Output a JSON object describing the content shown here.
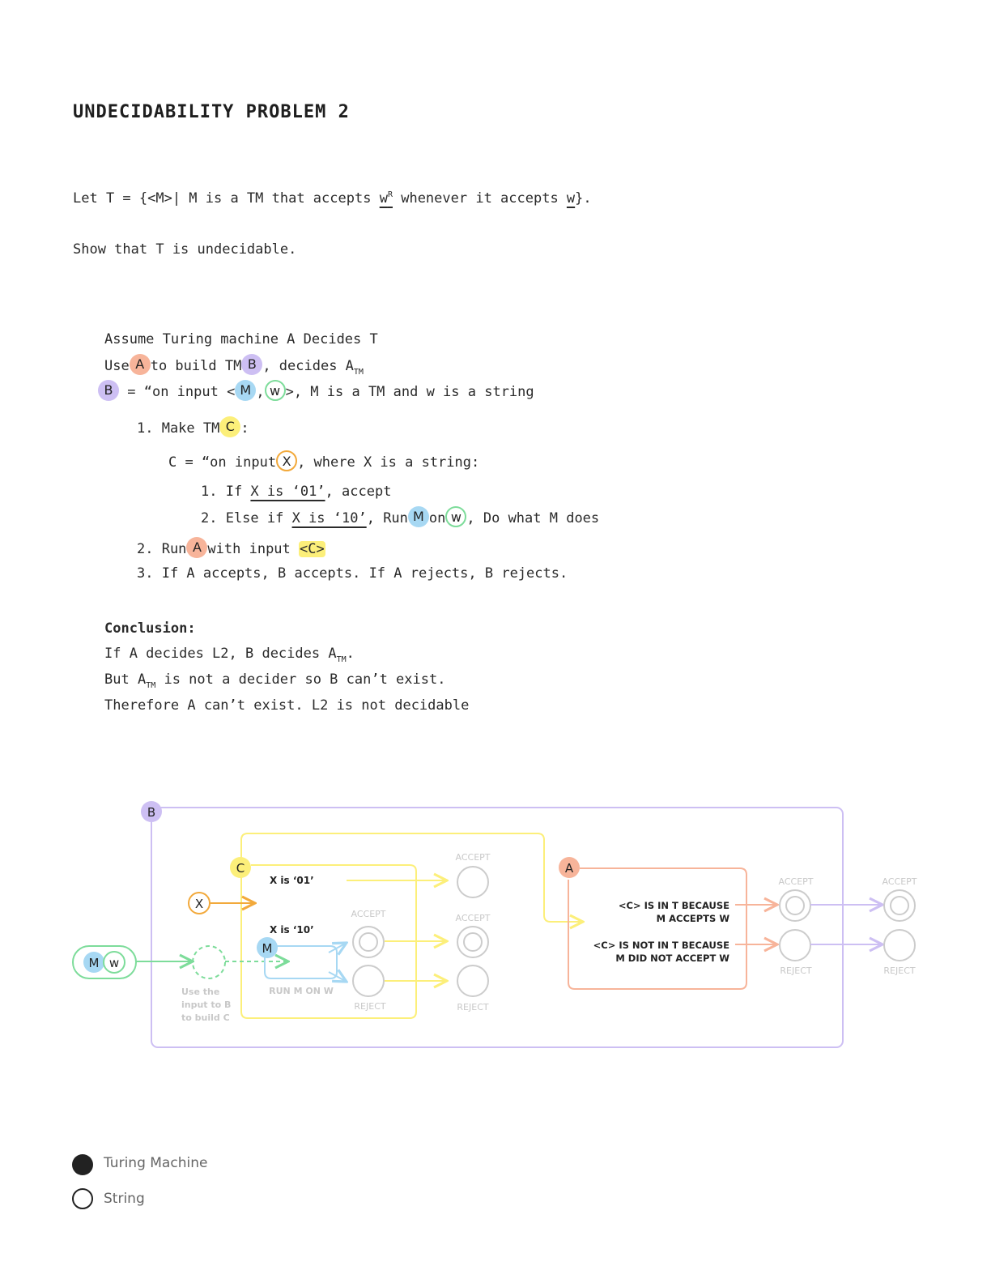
{
  "title": "UNDECIDABILITY PROBLEM 2",
  "problem": {
    "l1_a": "Let T = {<M>| M is a TM that accepts ",
    "l1_wr": "w",
    "l1_r": "R",
    "l1_b": " whenever it accepts ",
    "l1_w": "w",
    "l1_c": "}.",
    "l2": "Show that T is undecidable."
  },
  "proof": {
    "assume": "Assume Turing machine A Decides T",
    "use_a": "Use",
    "use_b": "to build TM",
    "use_c": ", decides A",
    "tm_sub": "TM",
    "b_def_a": "= “on input ",
    "b_def_lt": "<",
    "b_def_gt": ">",
    "b_def_b": ", M is a TM and w is a string",
    "step1_a": "1. Make TM",
    "step1_b": ":",
    "c_def_a": "C = “on input",
    "c_def_b": ", where X is a string:",
    "c1_a": "1. If ",
    "c1_u": "X is ‘01’",
    "c1_b": ", accept",
    "c2_a": "2. Else if ",
    "c2_u": "X is ‘10’",
    "c2_b": ", Run",
    "c2_c": "on",
    "c2_d": ", Do what M does",
    "step2_a": "2. Run",
    "step2_b": "with input",
    "step3": "3. If A accepts, B accepts. If A rejects, B rejects."
  },
  "conclusion": {
    "heading": "Conclusion:",
    "l1_a": "If A decides L2, B decides A",
    "l1_b": ".",
    "l2_a": "But A",
    "l2_b": " is not a decider so B can’t exist.",
    "l3": "Therefore A can’t exist. L2 is not decidable"
  },
  "tokens": {
    "A": "A",
    "B": "B",
    "C": "C",
    "M": "M",
    "w": "w",
    "X": "X",
    "C_input": "<C>",
    "comma": ","
  },
  "diagram": {
    "x01": "X is ‘01’",
    "x10": "X is ‘10’",
    "accept": "ACCEPT",
    "reject": "REJECT",
    "run_m": "RUN M ON W",
    "use_input": [
      "Use the",
      "input to B",
      "to build C"
    ],
    "c_in_1": "<C> IS IN T BECAUSE",
    "c_in_2": "M ACCEPTS W",
    "c_notin_1": "<C> IS NOT IN T BECAUSE",
    "c_notin_2": "M DID NOT ACCEPT W"
  },
  "legend": {
    "turing_machine": "Turing Machine",
    "string": "String"
  },
  "colors": {
    "A": "#f7b49a",
    "B": "#cdbff3",
    "C": "#fcef7a",
    "M": "#a7d8f3",
    "w": "#7ddc9a",
    "X": "#f2a93b",
    "gray": "#cccccc"
  }
}
